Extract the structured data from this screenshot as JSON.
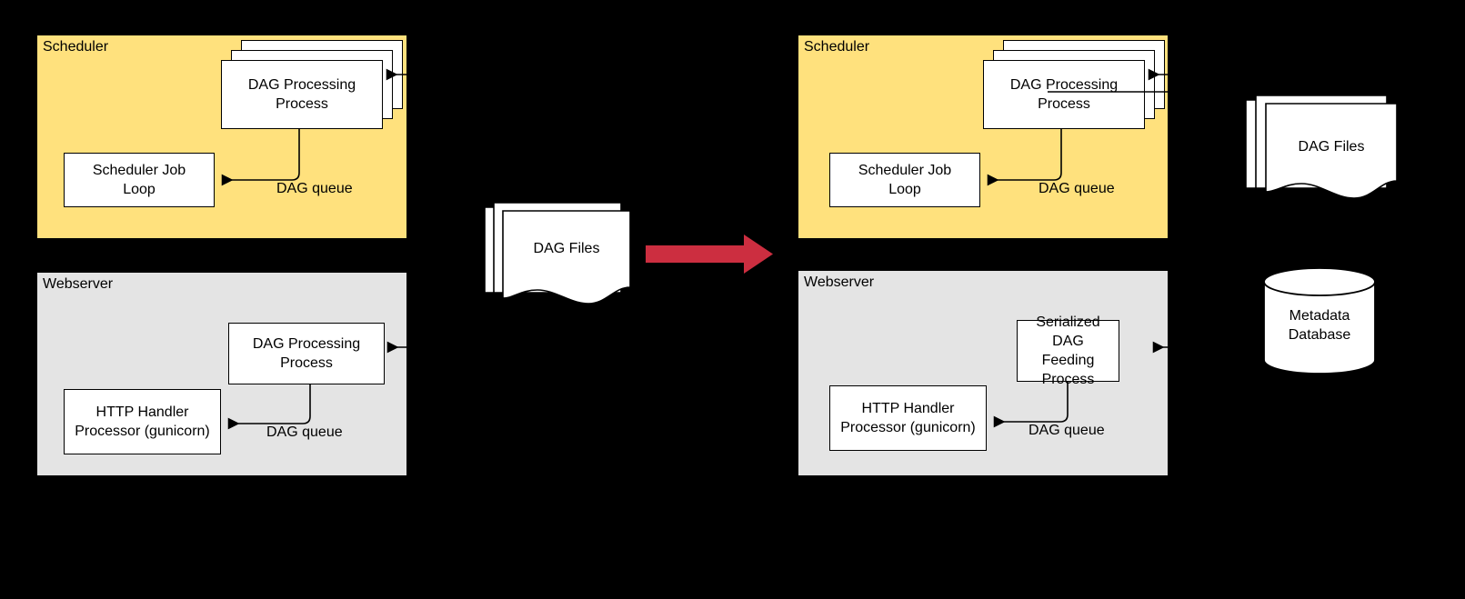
{
  "diagram": {
    "title": "Airflow DAG Serialization Architecture Comparison",
    "background_color": "#000000",
    "colors": {
      "scheduler_fill": "#FFE17D",
      "webserver_fill": "#E4E4E4",
      "process_fill": "#FFFFFF",
      "stroke": "#000000",
      "transition_arrow": "#CC2E40"
    }
  },
  "left": {
    "scheduler": {
      "label": "Scheduler",
      "dag_processing": {
        "line1": "DAG Processing",
        "line2": "Process"
      },
      "job_loop": {
        "line1": "Scheduler Job",
        "line2": "Loop"
      },
      "queue_label": "DAG queue"
    },
    "webserver": {
      "label": "Webserver",
      "dag_processing": {
        "line1": "DAG Processing",
        "line2": "Process"
      },
      "http_handler": {
        "line1": "HTTP Handler",
        "line2": "Processor (gunicorn)"
      },
      "queue_label": "DAG queue"
    }
  },
  "center": {
    "dag_files_label": "DAG Files",
    "transition_arrow_name": "red-right-arrow"
  },
  "right": {
    "scheduler": {
      "label": "Scheduler",
      "dag_processing": {
        "line1": "DAG Processing",
        "line2": "Process"
      },
      "job_loop": {
        "line1": "Scheduler Job",
        "line2": "Loop"
      },
      "queue_label": "DAG queue"
    },
    "webserver": {
      "label": "Webserver",
      "serialized_feeder": {
        "line1": "Serialized DAG",
        "line2": "Feeding Process"
      },
      "http_handler": {
        "line1": "HTTP Handler",
        "line2": "Processor (gunicorn)"
      },
      "queue_label": "DAG queue"
    },
    "dag_files_label": "DAG Files",
    "metadata_database": {
      "line1": "Metadata",
      "line2": "Database"
    }
  }
}
